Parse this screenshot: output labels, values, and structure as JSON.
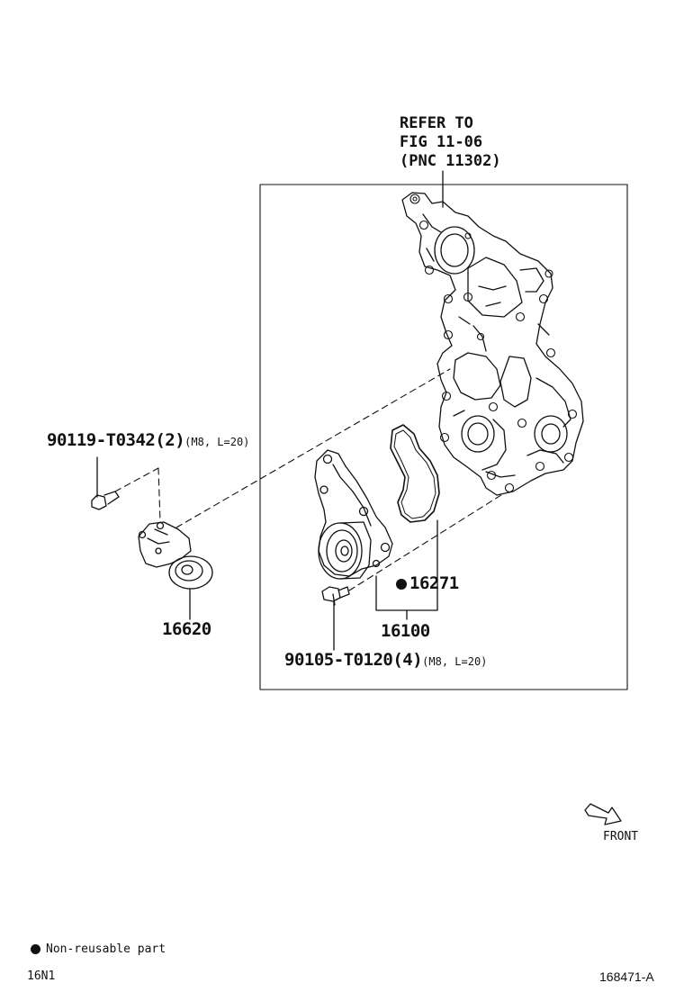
{
  "refer": {
    "line1": "REFER TO",
    "line2": "FIG 11-06",
    "line3": "(PNC 11302)"
  },
  "parts": {
    "bolt_top": {
      "number": "90119-T0342(2)",
      "spec": "(M8, L=20)"
    },
    "tensioner": {
      "number": "16620"
    },
    "gasket": {
      "number": "16271",
      "non_reusable": true
    },
    "pump_assy": {
      "number": "16100"
    },
    "bolt_bottom": {
      "number": "90105-T0120(4)",
      "spec": "(M8, L=20)"
    }
  },
  "front_label": "FRONT",
  "legend": {
    "text": "Non-reusable part"
  },
  "footer": {
    "left": "16N1",
    "right": "168471-A"
  },
  "colors": {
    "line": "#111111",
    "background": "#ffffff"
  }
}
